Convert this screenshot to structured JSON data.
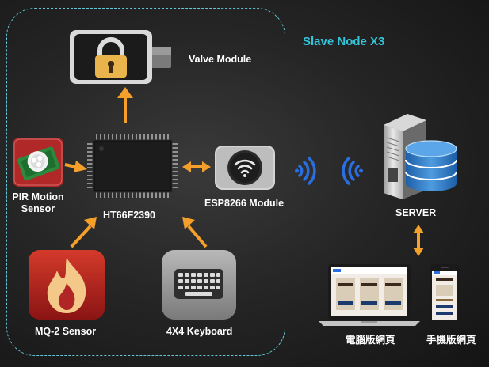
{
  "diagram": {
    "boundary_title": "Slave Node  X3",
    "nodes": {
      "valve": "Valve Module",
      "pir": "PIR Motion\nSensor",
      "mcu": "HT66F2390",
      "esp": "ESP8266 Module",
      "mq2": "MQ-2 Sensor",
      "keyboard": "4X4 Keyboard",
      "server": "SERVER",
      "desktop_web": "電腦版網頁",
      "mobile_web": "手機版網頁"
    },
    "icons": {
      "valve": "lock-icon",
      "pir": "motion-sensor-icon",
      "mcu": "microchip-icon",
      "esp": "wifi-icon",
      "mq2": "flame-icon",
      "keyboard": "keyboard-icon",
      "server": "server-database-icon",
      "desktop_web": "laptop-icon",
      "mobile_web": "smartphone-icon",
      "signal": "wireless-signal-icon"
    },
    "colors": {
      "boundary": "#63c7d8",
      "slave_label": "#35c5da",
      "arrow": "#f5a02a",
      "wireless": "#2a6fe0"
    }
  }
}
